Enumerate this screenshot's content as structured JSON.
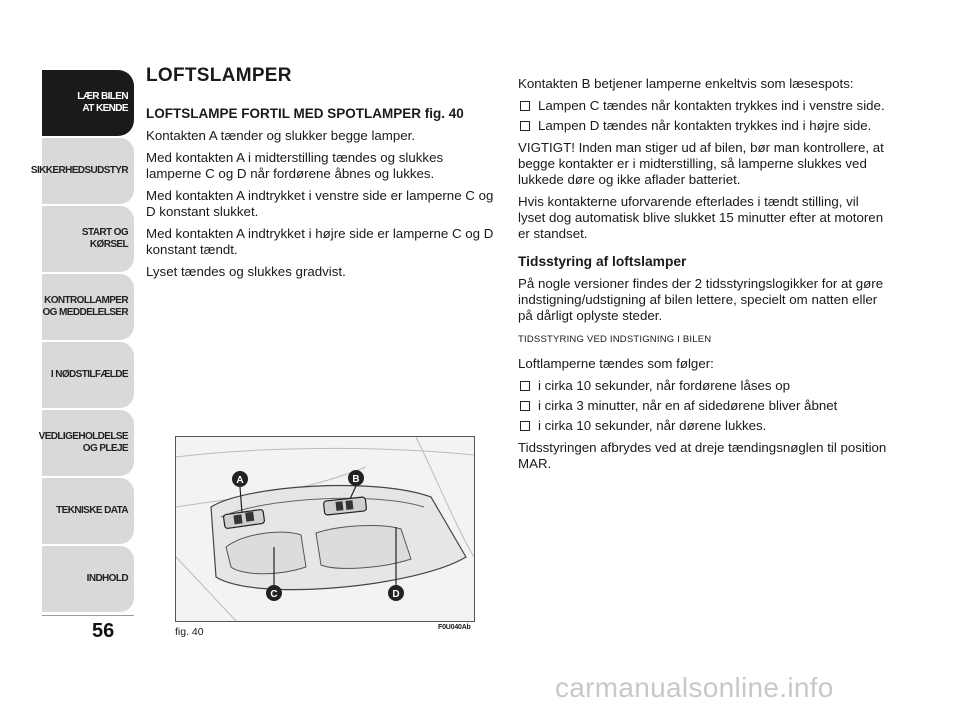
{
  "sidebar": {
    "tabs": [
      {
        "label": "LÆR BILEN\nAT KENDE",
        "active": true
      },
      {
        "label": "SIKKERHEDSUDSTYR",
        "active": false
      },
      {
        "label": "START OG KØRSEL",
        "active": false
      },
      {
        "label": "KONTROLLAMPER\nOG MEDDELELSER",
        "active": false
      },
      {
        "label": "I NØDSTILFÆLDE",
        "active": false
      },
      {
        "label": "VEDLIGEHOLDELSE\nOG PLEJE",
        "active": false
      },
      {
        "label": "TEKNISKE DATA",
        "active": false
      },
      {
        "label": "INDHOLD",
        "active": false
      }
    ],
    "page_number": "56"
  },
  "left": {
    "title": "LOFTSLAMPER",
    "subtitle": "LOFTSLAMPE FORTIL MED SPOTLAMPER fig. 40",
    "paragraphs": [
      "Kontakten A tænder og slukker begge lamper.",
      "Med kontakten A i midterstilling tændes og slukkes lamperne C og D når fordørene åbnes og lukkes.",
      "Med kontakten A indtrykket i venstre side er lamperne C og D konstant slukket.",
      "Med kontakten A indtrykket i højre side er lamperne C og D konstant tændt.",
      "Lyset tændes og slukkes gradvist."
    ]
  },
  "right": {
    "intro": "Kontakten B betjener lamperne enkeltvis som læsespots:",
    "spot_bullets": [
      "Lampen C tændes når kontakten trykkes ind i venstre side.",
      "Lampen D tændes når kontakten trykkes ind i højre side."
    ],
    "important": "VIGTIGT! Inden man stiger ud af bilen, bør man kontrollere, at begge kontakter er i midterstilling, så lamperne slukkes ved lukkede døre og ikke aflader batteriet.",
    "note": "Hvis kontakterne uforvarende efterlades i tændt stilling, vil lyset dog automatisk blive slukket 15 minutter efter at motoren er standset.",
    "timer_heading": "Tidsstyring af loftslamper",
    "timer_text": "På nogle versioner findes der 2 tidsstyringslogikker for at gøre indstigning/udstigning af bilen lettere, specielt om natten eller på dårligt oplyste steder.",
    "timer_sub": "TIDSSTYRING VED INDSTIGNING I BILEN",
    "timer_intro": "Loftlamperne tændes som følger:",
    "timer_bullets": [
      "i cirka 10 sekunder, når fordørene låses op",
      "i cirka 3 minutter, når en af sidedørene bliver åbnet",
      "i cirka 10 sekunder, når dørene lukkes."
    ],
    "timer_end": "Tidsstyringen afbrydes ved at dreje tændingsnøglen til position MAR."
  },
  "figure": {
    "caption": "fig. 40",
    "code": "F0U040Ab",
    "callouts": [
      "A",
      "B",
      "C",
      "D"
    ]
  },
  "watermark": "carmanualsonline.info"
}
